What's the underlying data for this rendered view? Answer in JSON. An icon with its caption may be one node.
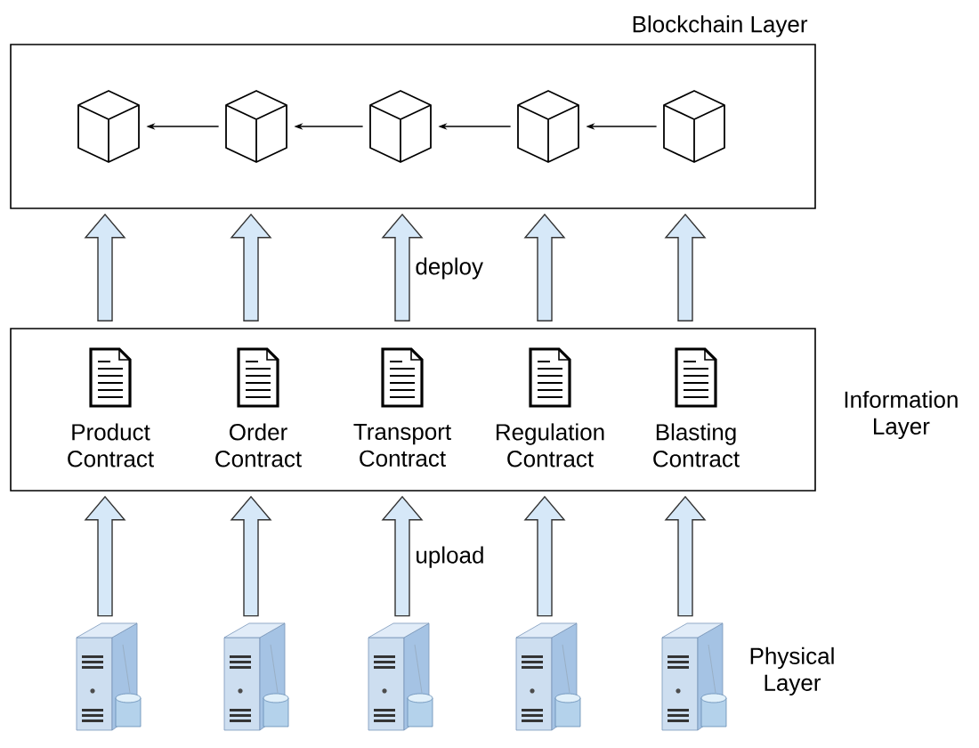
{
  "diagram": {
    "nodes": [
      {
        "text": [
          "Blockchain Layer"
        ]
      },
      {
        "text": [],
        "shape": "cube",
        "in": 0
      },
      {
        "text": [],
        "shape": "cube",
        "in": 0
      },
      {
        "text": [],
        "shape": "cube",
        "in": 0
      },
      {
        "text": [],
        "shape": "cube",
        "in": 0
      },
      {
        "text": [],
        "shape": "cube",
        "in": 0
      },
      {
        "text": [
          "Information Layer"
        ]
      },
      {
        "text": [
          "Product Contract"
        ],
        "in": 6
      },
      {
        "text": [
          "Order Contract"
        ],
        "in": 6
      },
      {
        "text": [
          "Transport Contract"
        ],
        "in": 6
      },
      {
        "text": [
          "Regulation Contract"
        ],
        "in": 6
      },
      {
        "text": [
          "Blasting Contract"
        ],
        "in": 6
      },
      {
        "text": [],
        "shape": "server"
      },
      {
        "text": [],
        "shape": "server"
      },
      {
        "text": [],
        "shape": "server"
      },
      {
        "text": [],
        "shape": "server"
      },
      {
        "text": [],
        "shape": "server"
      }
    ],
    "edges": [
      {
        "from": 2,
        "to": 1,
        "arrow": "to"
      },
      {
        "from": 3,
        "to": 2,
        "arrow": "to"
      },
      {
        "from": 4,
        "to": 3,
        "arrow": "to"
      },
      {
        "from": 5,
        "to": 4,
        "arrow": "to"
      },
      {
        "from": 6,
        "to": 0,
        "arrow": "to",
        "style": "thick",
        "color": "#d6e8f8"
      },
      {
        "from": 6,
        "to": 0,
        "arrow": "to",
        "style": "thick",
        "color": "#d6e8f8"
      },
      {
        "from": 6,
        "to": 0,
        "arrow": "to",
        "style": "thick",
        "color": "#d6e8f8",
        "label": "deploy"
      },
      {
        "from": 6,
        "to": 0,
        "arrow": "to",
        "style": "thick",
        "color": "#d6e8f8"
      },
      {
        "from": 6,
        "to": 0,
        "arrow": "to",
        "style": "thick",
        "color": "#d6e8f8"
      },
      {
        "from": 12,
        "to": 6,
        "arrow": "to",
        "style": "thick",
        "color": "#d6e8f8"
      },
      {
        "from": 13,
        "to": 6,
        "arrow": "to",
        "style": "thick",
        "color": "#d6e8f8"
      },
      {
        "from": 14,
        "to": 6,
        "arrow": "to",
        "style": "thick",
        "color": "#d6e8f8",
        "label": "upload"
      },
      {
        "from": 15,
        "to": 6,
        "arrow": "to",
        "style": "thick",
        "color": "#d6e8f8"
      },
      {
        "from": 16,
        "to": 6,
        "arrow": "to",
        "style": "thick",
        "color": "#d6e8f8"
      }
    ],
    "labels": [
      "Physical Layer"
    ]
  }
}
